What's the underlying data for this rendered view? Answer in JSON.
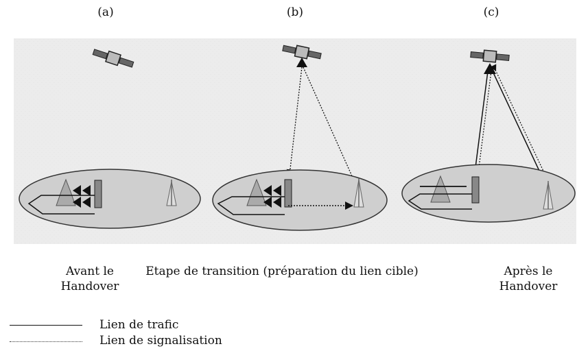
{
  "panels": {
    "a": {
      "label": "(a)",
      "caption_line1": "Avant le",
      "caption_line2": "Handover"
    },
    "b": {
      "label": "(b)",
      "caption": "Etape de transition (préparation du lien cible)"
    },
    "c": {
      "label": "(c)",
      "caption_line1": "Après le",
      "caption_line2": "Handover"
    }
  },
  "legend": {
    "traffic_label": "Lien de trafic",
    "signaling_label": "Lien de signalisation"
  }
}
